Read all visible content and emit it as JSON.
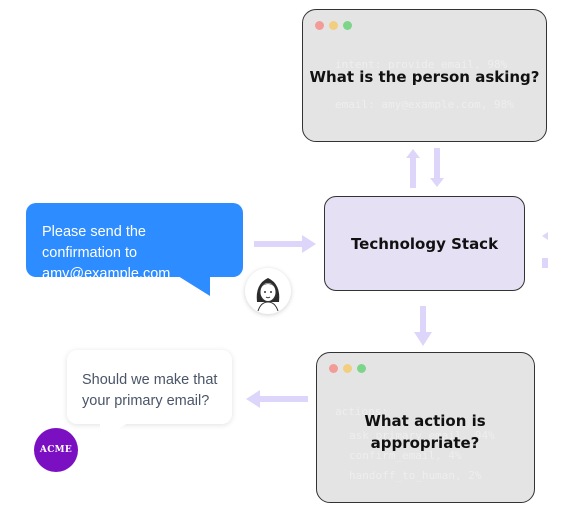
{
  "colors": {
    "accent_blue": "#2d8cff",
    "arrow_lavender": "#ddd6fa",
    "stack_box": "#e6e0f4",
    "acme_purple": "#7b10c2",
    "panel_grey": "#e4e4e4"
  },
  "user_message": "Please send the confirmation to amy@example.com",
  "bot_message": "Should we make that your primary email?",
  "avatar": {
    "icon": "woman-avatar-icon"
  },
  "logo": {
    "text": "ACME"
  },
  "top_panel": {
    "overlay": "What is the person asking?",
    "code_lines": [
      "intent: provide_email, 98%",
      "email: amy@example.com, 98%"
    ]
  },
  "center_box": {
    "label": "Technology Stack"
  },
  "bottom_panel": {
    "overlay": "What action is appropriate?",
    "code_lines": [
      "actions:",
      "ask_primary_email, 94%",
      "confirm_email, 4%",
      "handoff_to_human, 2%"
    ]
  }
}
